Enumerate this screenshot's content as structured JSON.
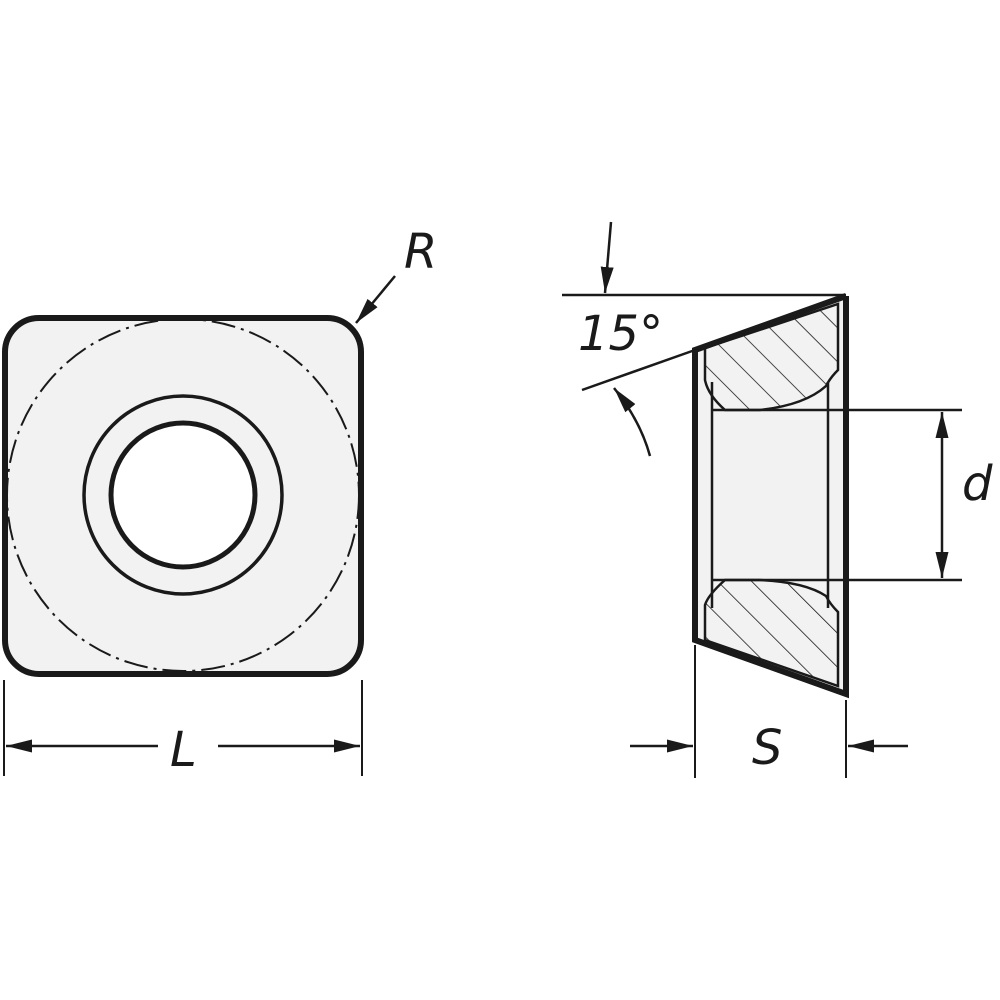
{
  "labels": {
    "radius": "R",
    "length": "L",
    "angle": "15°",
    "diameter": "d",
    "thickness": "S"
  },
  "colors": {
    "line": "#1a1a1a",
    "fill": "#f2f2f2",
    "background": "#ffffff"
  }
}
